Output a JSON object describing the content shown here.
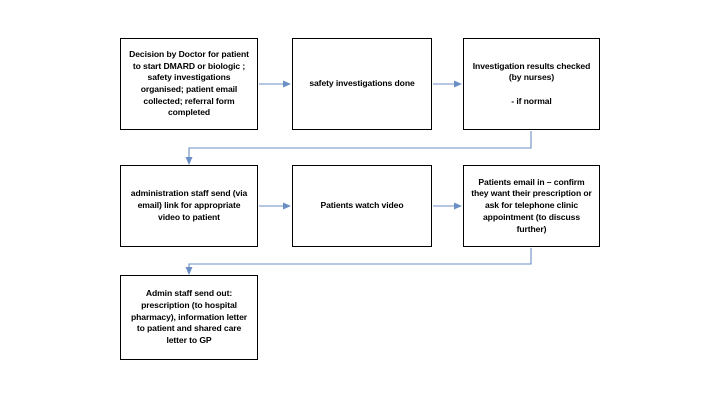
{
  "diagram": {
    "title": "DMARD / biologic patient pathway flowchart",
    "background_color": "#ffffff",
    "box_border_color": "#000000",
    "connector_color": "#6b8fc4",
    "text_color": "#000000",
    "nodes": [
      {
        "id": "n1",
        "row": 1,
        "column": 1,
        "text": "Decision by Doctor for patient to start DMARD or biologic ; safety investigations organised; patient email collected; referral form completed"
      },
      {
        "id": "n2",
        "row": 1,
        "column": 2,
        "text": "safety investigations done"
      },
      {
        "id": "n3",
        "row": 1,
        "column": 3,
        "text": "Investigation results checked (by nurses)\n\n- if normal"
      },
      {
        "id": "n4",
        "row": 2,
        "column": 1,
        "text": "administration staff send (via email) link for appropriate video to patient"
      },
      {
        "id": "n5",
        "row": 2,
        "column": 2,
        "text": "Patients watch video"
      },
      {
        "id": "n6",
        "row": 2,
        "column": 3,
        "text": "Patients email in – confirm they want their prescription or ask for telephone clinic appointment (to discuss further)"
      },
      {
        "id": "n7",
        "row": 3,
        "column": 1,
        "text": "Admin staff send out: prescription (to hospital pharmacy), information letter to patient and shared care letter to GP"
      }
    ],
    "connectors": [
      {
        "id": "c1",
        "from": "n1",
        "to": "n2",
        "kind": "straight-right-arrow"
      },
      {
        "id": "c2",
        "from": "n2",
        "to": "n3",
        "kind": "straight-right-arrow"
      },
      {
        "id": "c3",
        "from": "n3",
        "to": "n4",
        "kind": "elbow-down-left-arrow"
      },
      {
        "id": "c4",
        "from": "n4",
        "to": "n5",
        "kind": "straight-right-arrow"
      },
      {
        "id": "c5",
        "from": "n5",
        "to": "n6",
        "kind": "straight-right-arrow"
      },
      {
        "id": "c6",
        "from": "n6",
        "to": "n7",
        "kind": "elbow-down-left-arrow"
      }
    ]
  }
}
